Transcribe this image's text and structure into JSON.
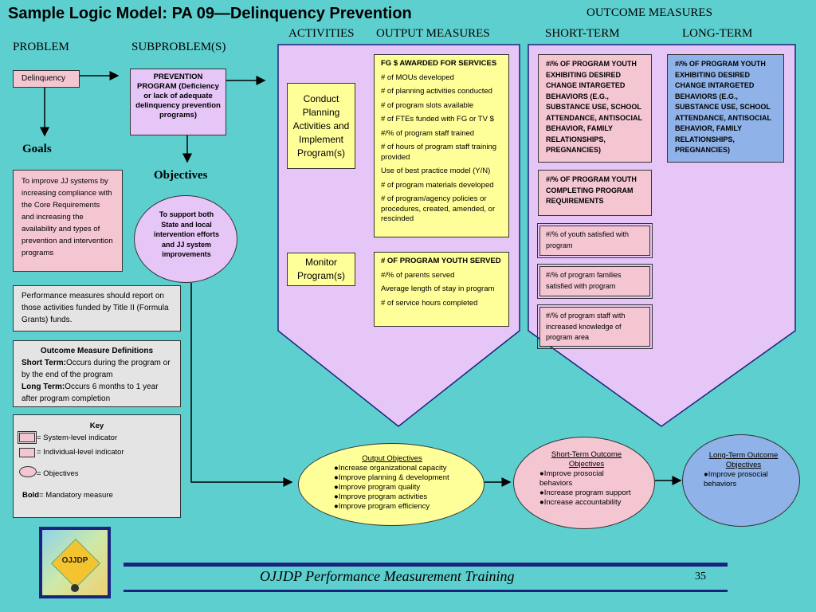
{
  "title": "Sample Logic Model: PA 09—Delinquency Prevention",
  "headers": {
    "outcome_measures": "OUTCOME MEASURES",
    "activities": "ACTIVITIES",
    "output_measures": "OUTPUT MEASURES",
    "short_term": "SHORT-TERM",
    "long_term": "LONG-TERM",
    "problem": "PROBLEM",
    "subproblem": "SUBPROBLEM(S)",
    "goals": "Goals",
    "objectives": "Objectives"
  },
  "problem": {
    "label": "Delinquency"
  },
  "subproblem": {
    "label": "PREVENTION PROGRAM (Deficiency or lack of adequate delinquency prevention programs)"
  },
  "goal": {
    "text": "To improve JJ systems by increasing compliance with the Core Requirements and increasing the availability and types of prevention and intervention programs"
  },
  "objective": {
    "text": "To support both State and local intervention efforts and JJ system improvements"
  },
  "note": {
    "text": "Performance measures should report on those activities funded by Title II (Formula Grants) funds."
  },
  "definitions": {
    "title": "Outcome Measure Definitions",
    "short_label": "Short Term:",
    "short_text": "Occurs during the program or by the end of the program",
    "long_label": "Long Term:",
    "long_text": "Occurs 6 months to 1 year after program completion"
  },
  "key": {
    "title": "Key",
    "system": "= System-level indicator",
    "individual": "= Individual-level indicator",
    "objectives": "= Objectives",
    "bold_label": "Bold",
    "bold_text": "= Mandatory measure"
  },
  "activities": [
    {
      "label": "Conduct Planning Activities and Implement Program(s)"
    },
    {
      "label": "Monitor Program(s)"
    }
  ],
  "outputs_1": [
    {
      "text": "FG $ AWARDED FOR SERVICES",
      "bold": true
    },
    {
      "text": "# of MOUs developed"
    },
    {
      "text": "# of planning activities conducted"
    },
    {
      "text": "# of program slots available"
    },
    {
      "text": "# of FTEs funded with FG or TV $"
    },
    {
      "text": "#/% of program staff trained"
    },
    {
      "text": "# of hours of program staff training provided"
    },
    {
      "text": "Use of best practice model (Y/N)"
    },
    {
      "text": "# of program materials developed"
    },
    {
      "text": "# of program/agency policies or procedures, created, amended, or rescinded"
    }
  ],
  "outputs_2": [
    {
      "text": "# OF PROGRAM YOUTH SERVED",
      "bold": true
    },
    {
      "text": "#/% of parents served"
    },
    {
      "text": "Average length of stay in program"
    },
    {
      "text": "# of service hours completed"
    }
  ],
  "short_term": [
    {
      "text": "#/% OF PROGRAM YOUTH EXHIBITING DESIRED CHANGE INTARGETED BEHAVIORS (E.G., SUBSTANCE USE, SCHOOL ATTENDANCE, ANTISOCIAL BEHAVIOR, FAMILY RELATIONSHIPS, PREGNANCIES)"
    },
    {
      "text": "#/% OF PROGRAM YOUTH COMPLETING PROGRAM REQUIREMENTS"
    },
    {
      "text": "#/% of youth satisfied with program"
    },
    {
      "text": "#/% of program families satisfied with program"
    },
    {
      "text": "#/% of program staff with increased knowledge of program area"
    }
  ],
  "long_term": {
    "text": "#/% OF PROGRAM YOUTH EXHIBITING DESIRED CHANGE INTARGETED BEHAVIORS (E.G., SUBSTANCE USE, SCHOOL ATTENDANCE, ANTISOCIAL BEHAVIOR, FAMILY RELATIONSHIPS, PREGNANCIES)"
  },
  "output_objectives": {
    "title": "Output Objectives",
    "items": [
      "●Increase organizational capacity",
      "●Improve planning & development",
      "●Improve program quality",
      "●Improve program activities",
      "●Improve program efficiency"
    ]
  },
  "short_objectives": {
    "title": "Short-Term Outcome Objectives",
    "items": [
      "●Improve prosocial behaviors",
      "●Increase program support",
      "●Increase accountability"
    ]
  },
  "long_objectives": {
    "title": "Long-Term Outcome Objectives",
    "items": [
      "●Improve prosocial behaviors"
    ]
  },
  "footer": {
    "logo_text": "OJJDP",
    "text": "OJJDP Performance Measurement Training",
    "page": "35"
  },
  "colors": {
    "background": "#5ecfcf",
    "lavender": "#e6c5f7",
    "pink": "#f3c6d2",
    "yellow": "#ffff99",
    "blue": "#8fb2e8",
    "navy": "#1a237e"
  }
}
